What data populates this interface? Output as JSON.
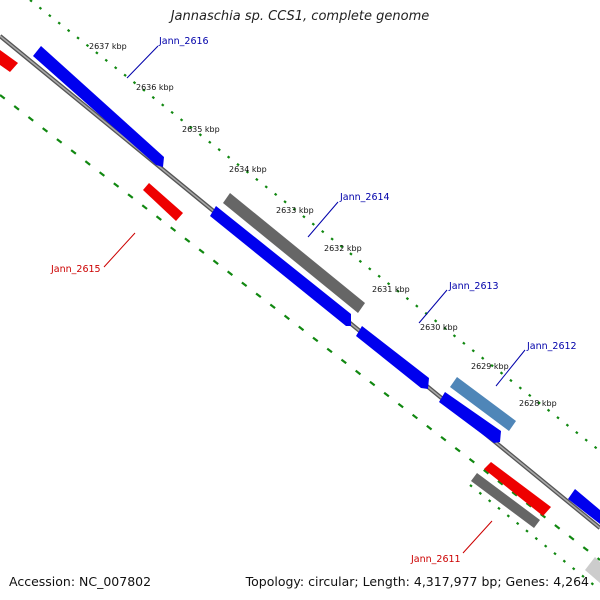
{
  "title": "Jannaschia sp. CCS1, complete genome",
  "footer": {
    "accession": "Accession: NC_007802",
    "summary": "Topology: circular; Length: 4,317,977 bp; Genes: 4,264"
  },
  "colors": {
    "forward_cds": "#0000ee",
    "reverse_cds": "#ee0000",
    "other_feature": "#666666",
    "highlight_feature": "#4f86b8",
    "forward_label": "#0000aa",
    "reverse_label": "#cc0000",
    "dotted_track": "#118811",
    "backbone": "#808080"
  },
  "ticks": [
    "2637 kbp",
    "2636 kbp",
    "2635 kbp",
    "2634 kbp",
    "2633 kbp",
    "2632 kbp",
    "2631 kbp",
    "2630 kbp",
    "2629 kbp",
    "2628 kbp"
  ],
  "gene_labels": {
    "jann_2616": "Jann_2616",
    "jann_2615": "Jann_2615",
    "jann_2614": "Jann_2614",
    "jann_2613": "Jann_2613",
    "jann_2612": "Jann_2612",
    "jann_2611": "Jann_2611"
  }
}
